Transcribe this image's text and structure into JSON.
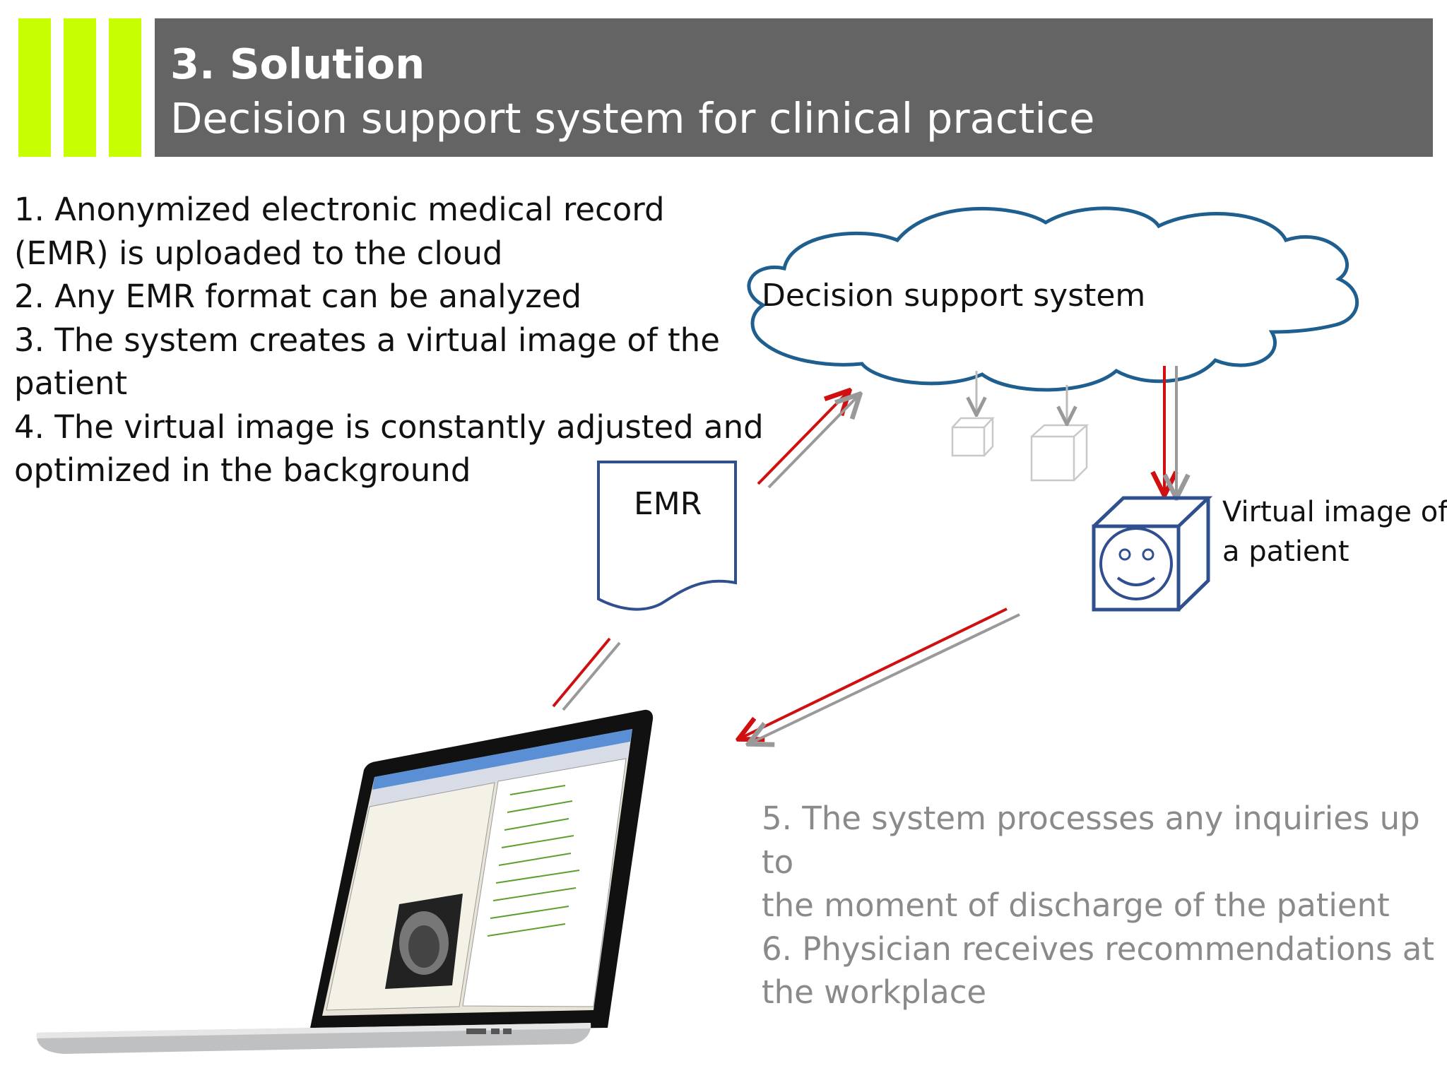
{
  "header": {
    "title": "3. Solution",
    "subtitle": "Decision support system for clinical practice"
  },
  "steps_top": [
    "1. Anonymized electronic medical record",
    "(EMR) is uploaded to the cloud",
    "2. Any EMR format can be analyzed",
    "3. The system creates a virtual image of the",
    "patient",
    "4. The virtual image is constantly adjusted and",
    "optimized in the background"
  ],
  "steps_bottom": [
    "5. The system processes any inquiries up to",
    "the moment of discharge of the patient",
    "6. Physician receives recommendations at",
    "the workplace"
  ],
  "diagram": {
    "cloud_label": "Decision support system",
    "emr_label": "EMR",
    "virtual_image_label_line1": "Virtual image of",
    "virtual_image_label_line2": "a patient"
  },
  "colors": {
    "accent_bars": "#c8ff00",
    "header_bg": "#646464",
    "cloud_stroke": "#1f5f8f",
    "doc_stroke": "#2f4f8f",
    "arrow_red": "#d01010",
    "arrow_gray": "#999999",
    "muted_text": "#8a8a8a"
  },
  "icons": [
    "cloud-shape",
    "document-icon",
    "cube-icon",
    "smiley-face-icon",
    "laptop-icon"
  ]
}
